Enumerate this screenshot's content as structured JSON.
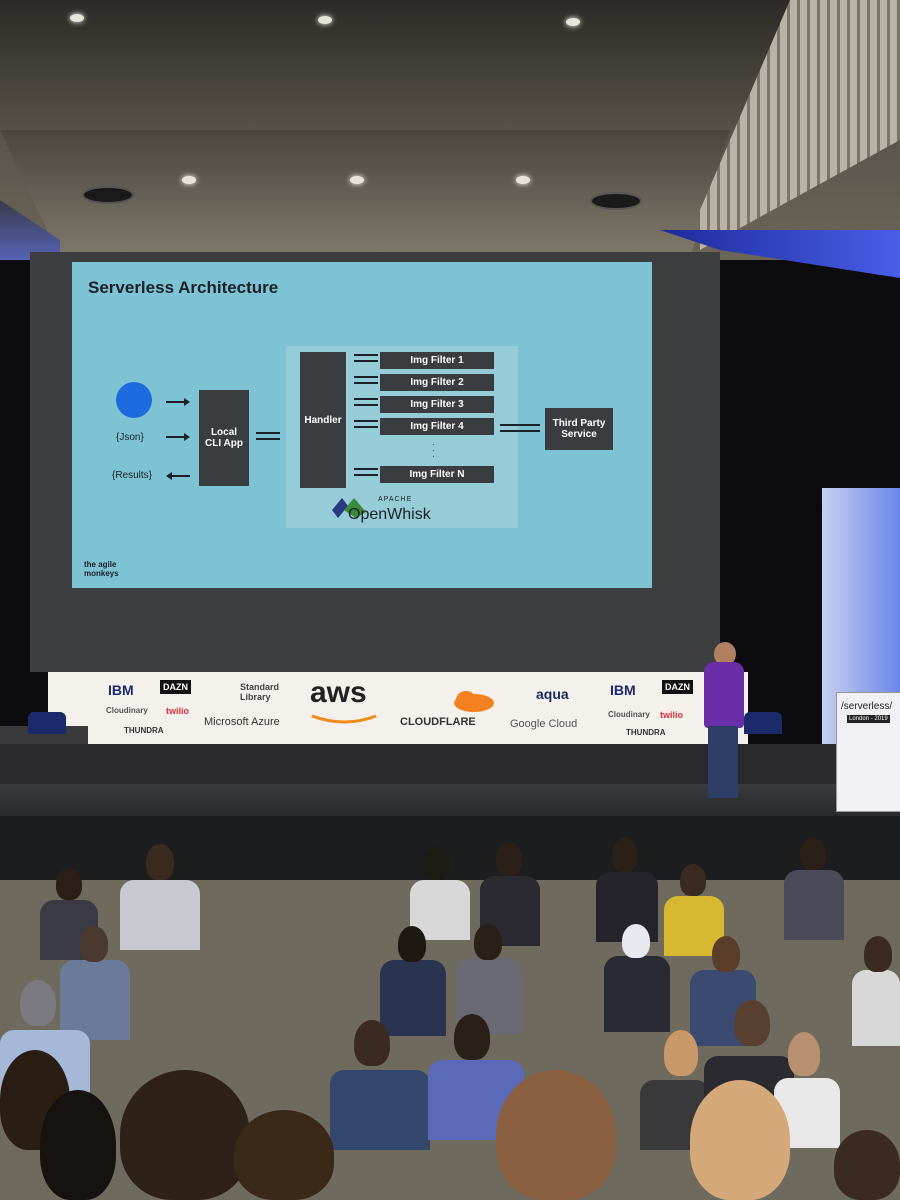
{
  "slide": {
    "title": "Serverless Architecture",
    "input_json": "{Json}",
    "output_results": "{Results}",
    "local_app": "Local\nCLI App",
    "handler": "Handler",
    "filters": [
      "Img Filter 1",
      "Img Filter 2",
      "Img Filter 3",
      "Img Filter 4",
      "Img Filter N"
    ],
    "ellipsis": "·\n·\n·",
    "third_party": "Third Party\nService",
    "openwhisk_apache": "APACHE",
    "openwhisk_name": "OpenWhisk",
    "footer_logo": "the agile\nmonkeys"
  },
  "banner": {
    "sponsors": [
      "IBM",
      "DAZN",
      "Standard Library",
      "aws",
      "CLOUDFLARE",
      "aqua",
      "IBM",
      "DAZN",
      "Cloudinary",
      "twilio",
      "Microsoft Azure",
      "THUNDRA",
      "Google Cloud",
      "Cloudinary",
      "twilio",
      "THUNDRA"
    ]
  },
  "sign": {
    "title": "/serverless/",
    "subtitle": "London - 2019"
  },
  "colors": {
    "slide_bg": "#7dc3d3",
    "box": "#3a3d40",
    "dot": "#1e6be0",
    "speaker_shirt": "#6a2fa8",
    "stage_blue": "#4a5ee8"
  }
}
